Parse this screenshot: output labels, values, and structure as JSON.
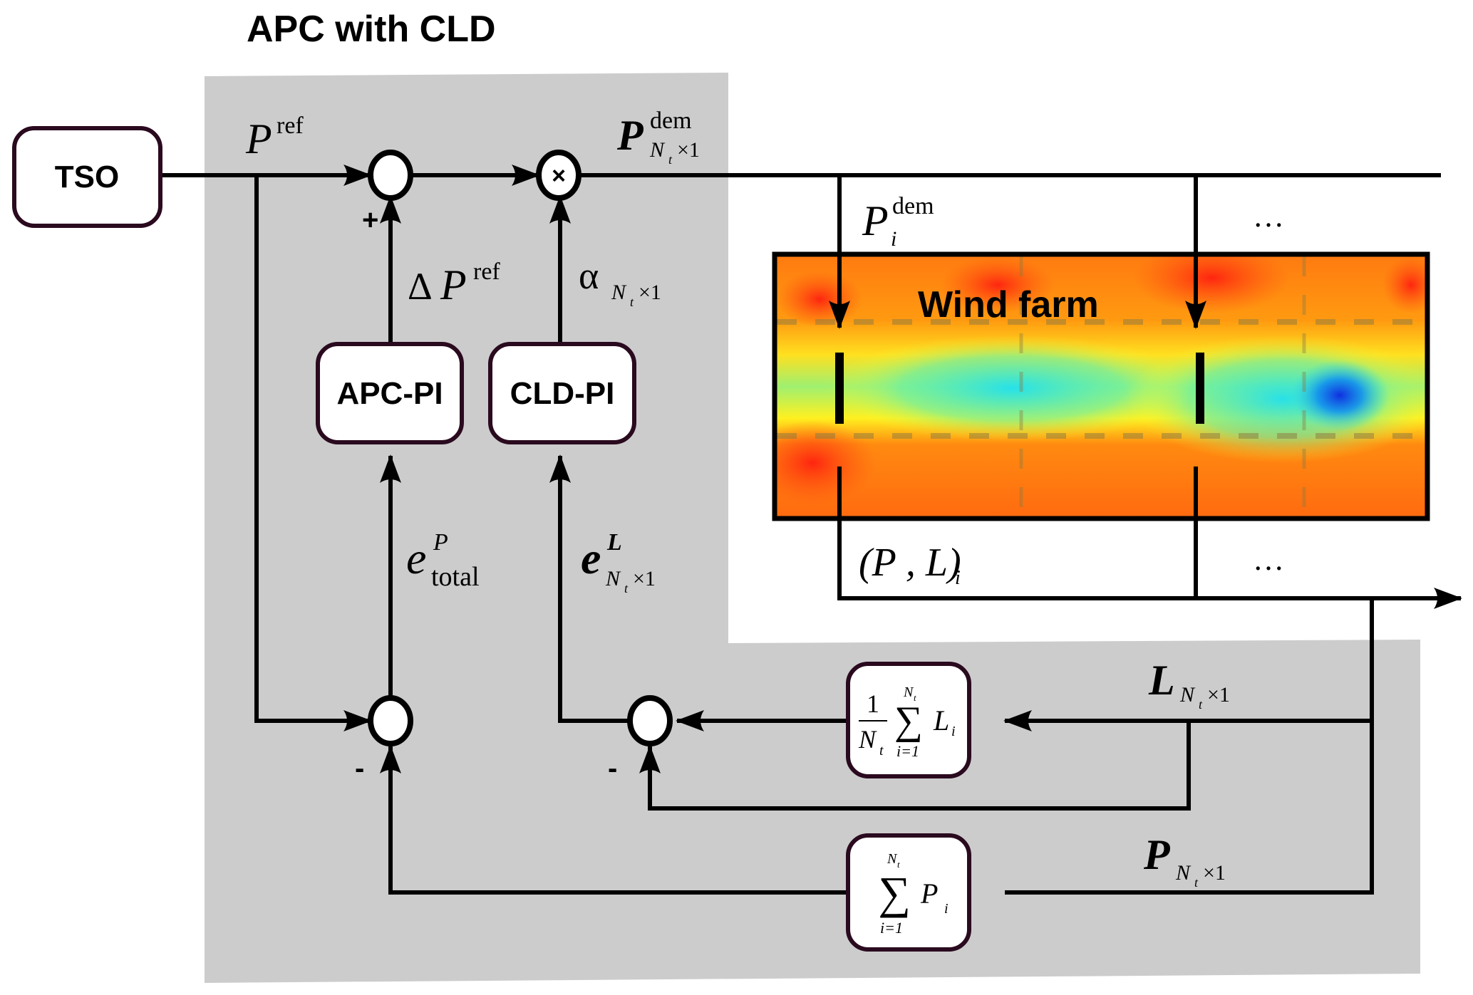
{
  "title": "APC with CLD",
  "blocks": {
    "tso": "TSO",
    "apc_pi": "APC-PI",
    "cld_pi": "CLD-PI",
    "wind_farm": "Wind farm",
    "avg_load": {
      "numerator": "1",
      "denominator": "N",
      "denominator_sub": "t",
      "sigma": "∑",
      "upper": "N",
      "upper_sub": "t",
      "lower": "i=1",
      "term": "L",
      "term_sub": "i"
    },
    "sum_power": {
      "sigma": "∑",
      "upper": "N",
      "upper_sub": "t",
      "lower": "i=1",
      "term": "P",
      "term_sub": "i"
    }
  },
  "junctions": {
    "sum_top_symbol": "",
    "mult_symbol": "×",
    "sum_top_plus": "+",
    "sum_bottom_left_minus": "-",
    "sum_bottom_right_minus": "-"
  },
  "signals": {
    "p_ref": {
      "base": "P",
      "sup": "ref"
    },
    "p_dem": {
      "base": "P",
      "sup": "dem",
      "sub": "N",
      "sub_sub": "t",
      "sub_tail": "×1"
    },
    "delta_p_ref": {
      "prefix": "Δ",
      "base": "P",
      "sup": "ref"
    },
    "alpha": {
      "base": "α",
      "sub": "N",
      "sub_sub": "t",
      "sub_tail": "×1"
    },
    "e_total": {
      "base": "e",
      "sup": "P",
      "sub": "total"
    },
    "e_L": {
      "base": "e",
      "sup": "L",
      "sub": "N",
      "sub_sub": "t",
      "sub_tail": "×1"
    },
    "p_i_dem": {
      "base": "P",
      "sup": "dem",
      "sub": "i"
    },
    "pl_i": {
      "text": "(P , L)",
      "sub": "i"
    },
    "L_vec": {
      "base": "L",
      "sub": "N",
      "sub_sub": "t",
      "sub_tail": "×1"
    },
    "P_vec": {
      "base": "P",
      "sub": "N",
      "sub_sub": "t",
      "sub_tail": "×1"
    },
    "ellipsis_top": "…",
    "ellipsis_bottom": "…"
  },
  "colors": {
    "controller_region": "#cccccc",
    "block_border": "#2a0a1e",
    "wire": "#000000"
  }
}
